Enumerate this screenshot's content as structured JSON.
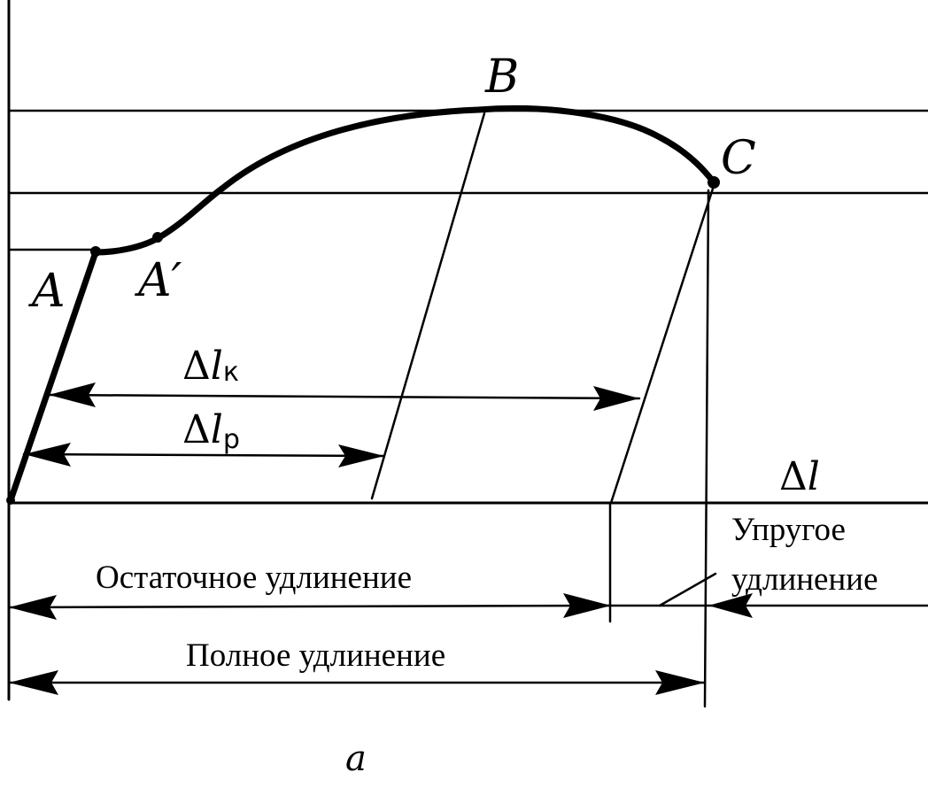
{
  "points": {
    "a": "A",
    "a_prime": "A′",
    "b": "B",
    "c": "C"
  },
  "dimensions": {
    "dl_k": {
      "symbol": "Δ",
      "var": "l",
      "sub": "к"
    },
    "dl_p": {
      "symbol": "Δ",
      "var": "l",
      "sub": "р"
    },
    "dl_axis": {
      "symbol": "Δ",
      "var": "l"
    }
  },
  "labels": {
    "elastic_line1": "Упругое",
    "elastic_line2": "удлинение",
    "residual": "Остаточное удлинение",
    "full": "Полное удлинение",
    "caption": "a"
  }
}
